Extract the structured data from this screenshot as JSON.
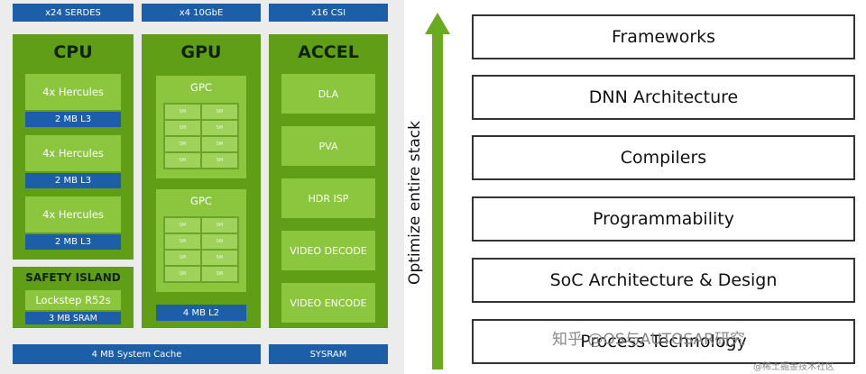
{
  "soc": {
    "io": {
      "serdes": "x24 SERDES",
      "gbe": "x4 10GbE",
      "csi": "x16 CSI"
    },
    "cpu": {
      "title": "CPU",
      "clusters": [
        {
          "core": "4x Hercules",
          "cache": "2 MB L3"
        },
        {
          "core": "4x Hercules",
          "cache": "2 MB L3"
        },
        {
          "core": "4x Hercules",
          "cache": "2 MB L3"
        }
      ]
    },
    "gpu": {
      "title": "GPU",
      "gpcs": [
        {
          "label": "GPC",
          "sms": [
            "SM",
            "SM",
            "SM",
            "SM",
            "SM",
            "SM",
            "SM",
            "SM"
          ]
        },
        {
          "label": "GPC",
          "sms": [
            "SM",
            "SM",
            "SM",
            "SM",
            "SM",
            "SM",
            "SM",
            "SM"
          ]
        }
      ],
      "cache": "4 MB L2"
    },
    "accel": {
      "title": "ACCEL",
      "blocks": [
        "DLA",
        "PVA",
        "HDR ISP",
        "VIDEO DECODE",
        "VIDEO ENCODE"
      ]
    },
    "safety": {
      "title": "SAFETY ISLAND",
      "core": "Lockstep R52s",
      "sram": "3 MB SRAM"
    },
    "system_cache": "4 MB System Cache",
    "sysram": "SYSRAM"
  },
  "arrow": {
    "label": "Optimize entire stack",
    "color": "#6aaa1e"
  },
  "stack": [
    "Frameworks",
    "DNN Architecture",
    "Compilers",
    "Programmability",
    "SoC Architecture & Design",
    "Process Technology"
  ],
  "watermark": {
    "text1": "知乎 @OS与AUTOSAR研究",
    "text2": "@稀土掘金技术社区"
  },
  "colors": {
    "blue": "#1c5fa8",
    "green_dark": "#5f9e16",
    "green_light": "#8cc63f"
  }
}
